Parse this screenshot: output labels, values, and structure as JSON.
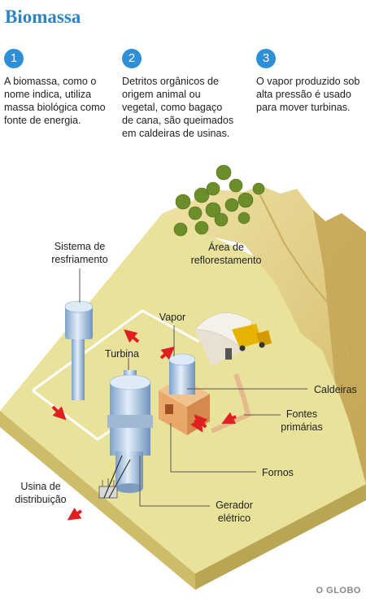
{
  "title": "Biomassa",
  "steps": [
    {
      "number": "1",
      "text": "A biomassa, como o nome indica, utiliza massa biológica como fonte de energia."
    },
    {
      "number": "2",
      "text": "Detritos orgânicos de origem animal ou vegetal, como bagaço de cana, são queimados em caldeiras de usinas."
    },
    {
      "number": "3",
      "text": "O vapor produzido sob alta pressão é usado para mover turbinas."
    }
  ],
  "labels": {
    "cooling_1": "Sistema de",
    "cooling_2": "resfriamento",
    "reforest_1": "Área de",
    "reforest_2": "reflorestamento",
    "steam": "Vapor",
    "turbine": "Turbina",
    "boilers": "Caldeiras",
    "sources_1": "Fontes",
    "sources_2": "primárias",
    "furnaces": "Fornos",
    "distribution_1": "Usina de",
    "distribution_2": "distribuição",
    "generator_1": "Gerador",
    "generator_2": "elétrico"
  },
  "credit": "O GLOBO",
  "colors": {
    "accent": "#2f8fd6",
    "ground": "#e9e29a",
    "arrow": "#e02020",
    "pipe": "#e6b98c"
  }
}
